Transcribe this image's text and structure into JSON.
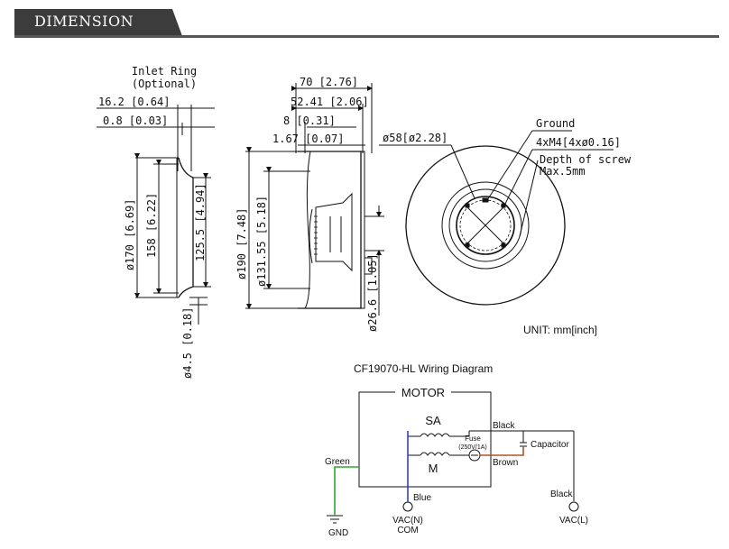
{
  "header": {
    "title": "DIMENSION"
  },
  "dimensions": {
    "inlet_ring_label_1": "Inlet Ring",
    "inlet_ring_label_2": "(Optional)",
    "d_16_2": "16.2 [0.64]",
    "d_0_8": "0.8 [0.03]",
    "d_170": "ø170 [6.69]",
    "d_158": "158 [6.22]",
    "d_125_5": "125.5 [4.94]",
    "d_4_5": "ø4.5 [0.18]",
    "d_70": "70 [2.76]",
    "d_52_41": "52.41 [2.06]",
    "d_8": "8 [0.31]",
    "d_1_67": "1.67 [0.07]",
    "d_190": "ø190 [7.48]",
    "d_131_55": "ø131.55 [5.18]",
    "d_26_6": "ø26.6 [1.05]",
    "d_58": "ø58[ø2.28]",
    "ground": "Ground",
    "screw_spec": "4xM4[4xø0.16]",
    "screw_depth_1": "Depth of screw",
    "screw_depth_2": "Max.5mm",
    "unit": "UNIT: mm[inch]"
  },
  "wiring": {
    "title": "CF19070-HL Wiring Diagram",
    "motor": "MOTOR",
    "sa": "SA",
    "m": "M",
    "fuse_1": "Fuse",
    "fuse_2": "(250V/1A)",
    "capacitor": "Capacitor",
    "black_top": "Black",
    "brown": "Brown",
    "green": "Green",
    "blue": "Blue",
    "black_right": "Black",
    "gnd": "GND",
    "vac_n_1": "VAC(N)",
    "vac_n_2": "COM",
    "vac_l": "VAC(L)"
  },
  "colors": {
    "green_wire": "#2ea82e",
    "blue_wire": "#2a3fd6",
    "brown_wire": "#b0522a",
    "header_bg": "#3c3c3c"
  }
}
